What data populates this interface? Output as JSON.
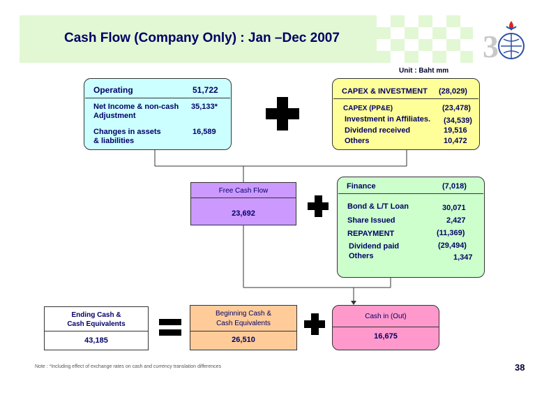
{
  "title": "Cash Flow (Company Only) : Jan –Dec 2007",
  "unit": "Unit : Baht mm",
  "operating": {
    "label": "Operating",
    "value": "51,722",
    "net_income_label": "Net Income & non-cash",
    "net_income_label2": "Adjustment",
    "net_income_value": "35,133*",
    "changes_label": "Changes in assets",
    "changes_label2": "& liabilities",
    "changes_value": "16,589"
  },
  "capex": {
    "label": "CAPEX & INVESTMENT",
    "value": "(28,029)",
    "ppe_label": "CAPEX (PP&E)",
    "ppe_value": "(23,478)",
    "affiliates_label": "Investment in Affiliates.",
    "affiliates_value": "(34,539)",
    "dividend_label": "Dividend received",
    "dividend_value": "19,516",
    "others_label": "Others",
    "others_value": "10,472"
  },
  "free_cash_flow": {
    "label": "Free Cash Flow",
    "value": "23,692"
  },
  "finance": {
    "label": "Finance",
    "value": "(7,018)",
    "bond_label": "Bond & L/T Loan",
    "bond_value": "30,071",
    "share_label": "Share Issued",
    "share_value": "2,427",
    "repayment_label": "REPAYMENT",
    "repayment_value": "(11,369)",
    "dividend_label": "Dividend paid",
    "dividend_value": "(29,494)",
    "others_label": "Others",
    "others_value": "1,347"
  },
  "ending_cash": {
    "label1": "Ending Cash &",
    "label2": "Cash Equivalents",
    "value": "43,185"
  },
  "beginning_cash": {
    "label1": "Beginning Cash &",
    "label2": "Cash Equivalents",
    "value": "26,510"
  },
  "cash_in_out": {
    "label": "Cash in (Out)",
    "value": "16,675"
  },
  "note": "Note : *Including effect of exchange rates on cash and currency translation differences",
  "page_number": "38",
  "colors": {
    "operating": "#ccffff",
    "capex": "#ffff99",
    "free_cash_flow": "#cc99ff",
    "finance": "#ccffcc",
    "beginning_cash": "#ffcc99",
    "cash_in_out": "#ff99cc"
  }
}
